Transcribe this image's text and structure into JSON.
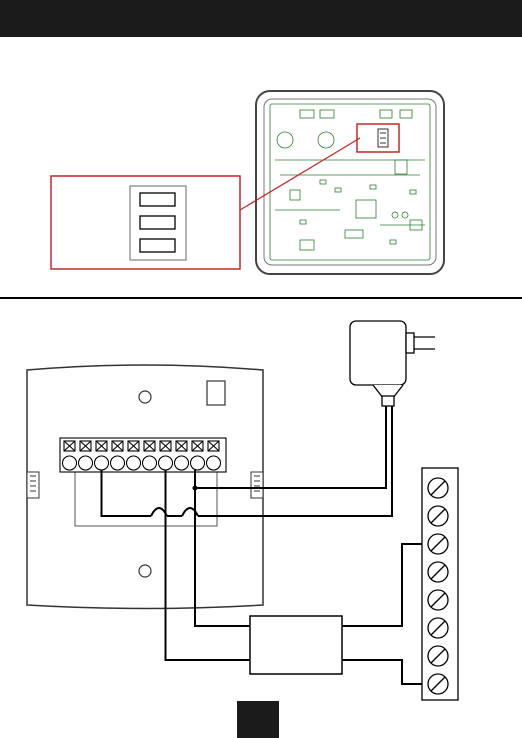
{
  "header": {
    "background": "#1b1b1b"
  },
  "pcb": {
    "board_color": "#2e7d32"
  },
  "highlight": {
    "color": "#c62828",
    "switch_count": 3
  },
  "thermostat": {
    "terminal_count": 10
  },
  "terminal_strip": {
    "screw_count": 8
  },
  "transformer": {
    "present": true
  },
  "page_tab": {
    "background": "#1b1b1b"
  }
}
